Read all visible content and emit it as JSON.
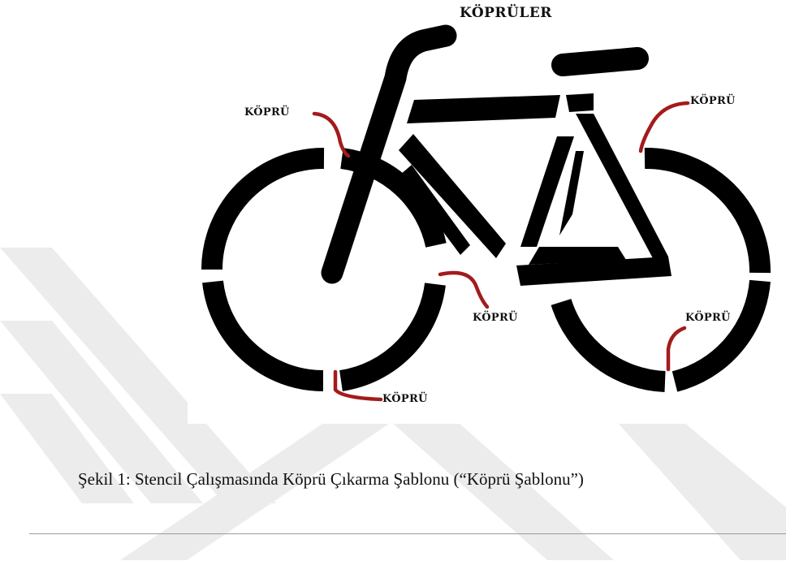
{
  "figure": {
    "title": "KÖPRÜLER",
    "labels": [
      "KÖPRÜ",
      "KÖPRÜ",
      "KÖPRÜ",
      "KÖPRÜ",
      "KÖPRÜ"
    ],
    "caption": "Şekil 1: Stencil Çalışmasında Köprü Çıkarma Şablonu (“Köprü Şablonu”)"
  },
  "colors": {
    "stencil": "#000000",
    "bridge_marker": "#a31b1b",
    "watermark": "#ececec",
    "background": "#ffffff"
  }
}
